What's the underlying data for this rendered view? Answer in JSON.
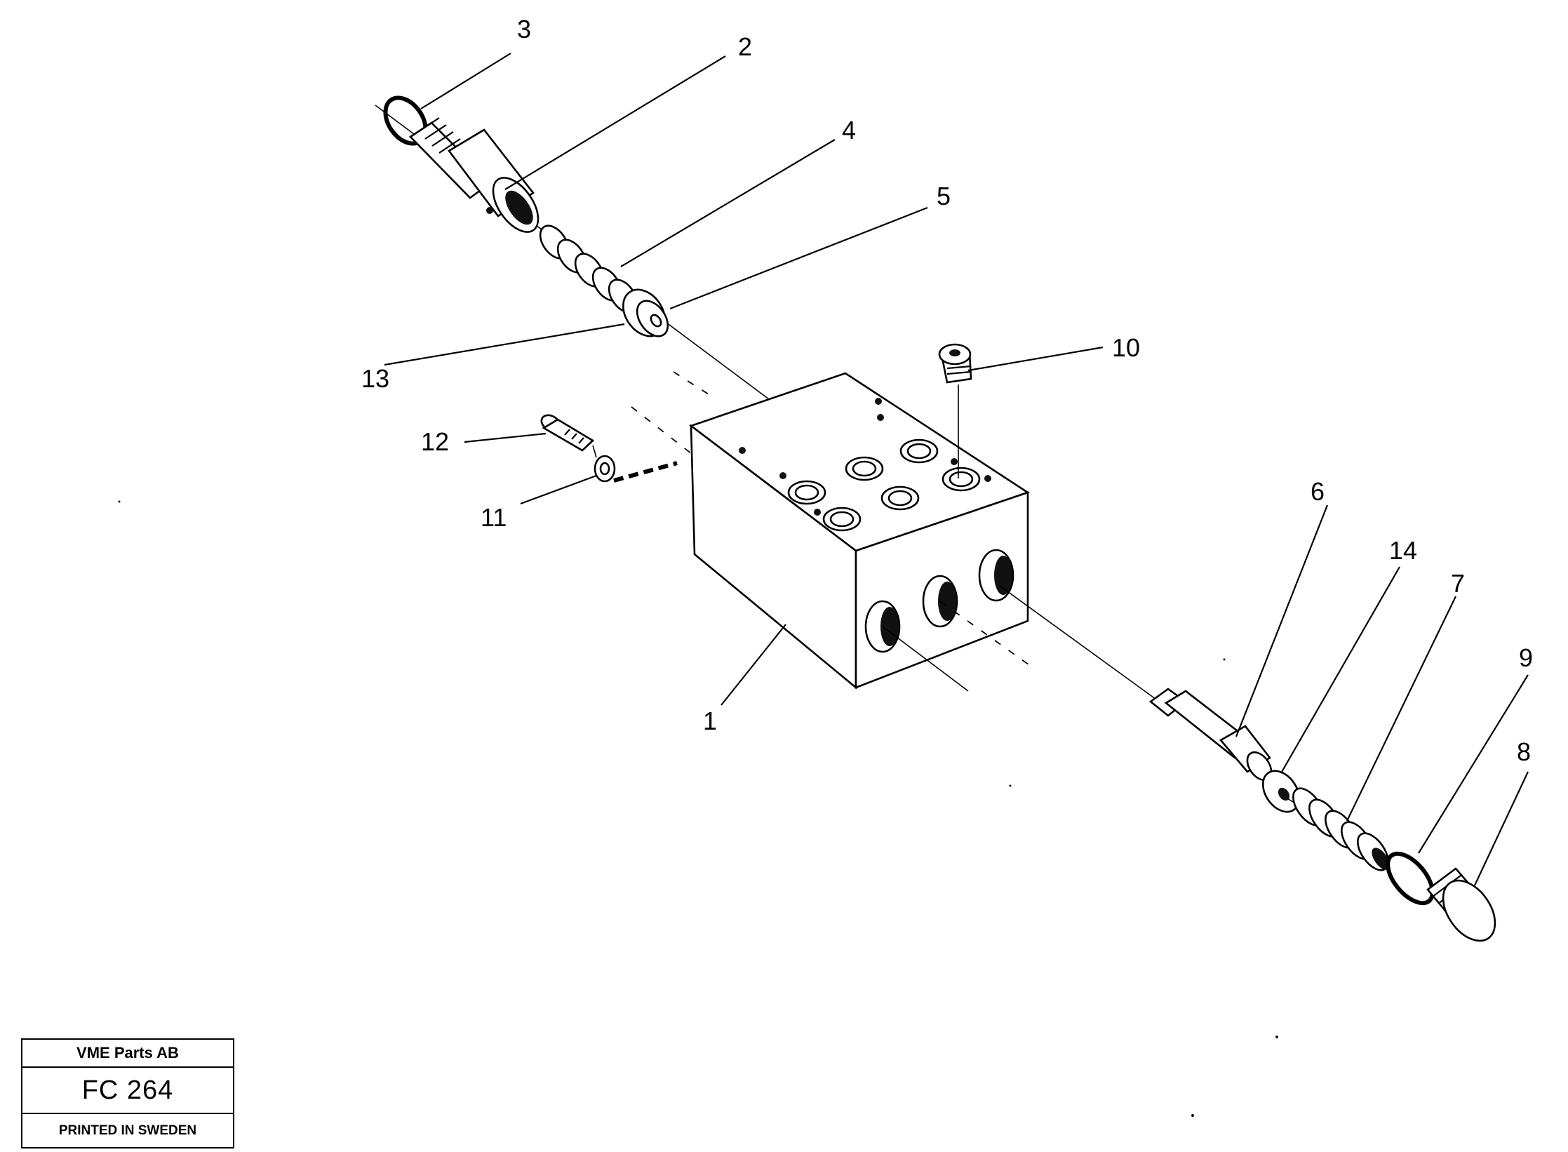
{
  "callouts": {
    "p1": "1",
    "p2": "2",
    "p3": "3",
    "p4": "4",
    "p5": "5",
    "p6": "6",
    "p7": "7",
    "p8": "8",
    "p9": "9",
    "p10": "10",
    "p11": "11",
    "p12": "12",
    "p13": "13",
    "p14": "14"
  },
  "title_block": {
    "company": "VME Parts AB",
    "code": "FC 264",
    "printed": "PRINTED IN SWEDEN"
  }
}
